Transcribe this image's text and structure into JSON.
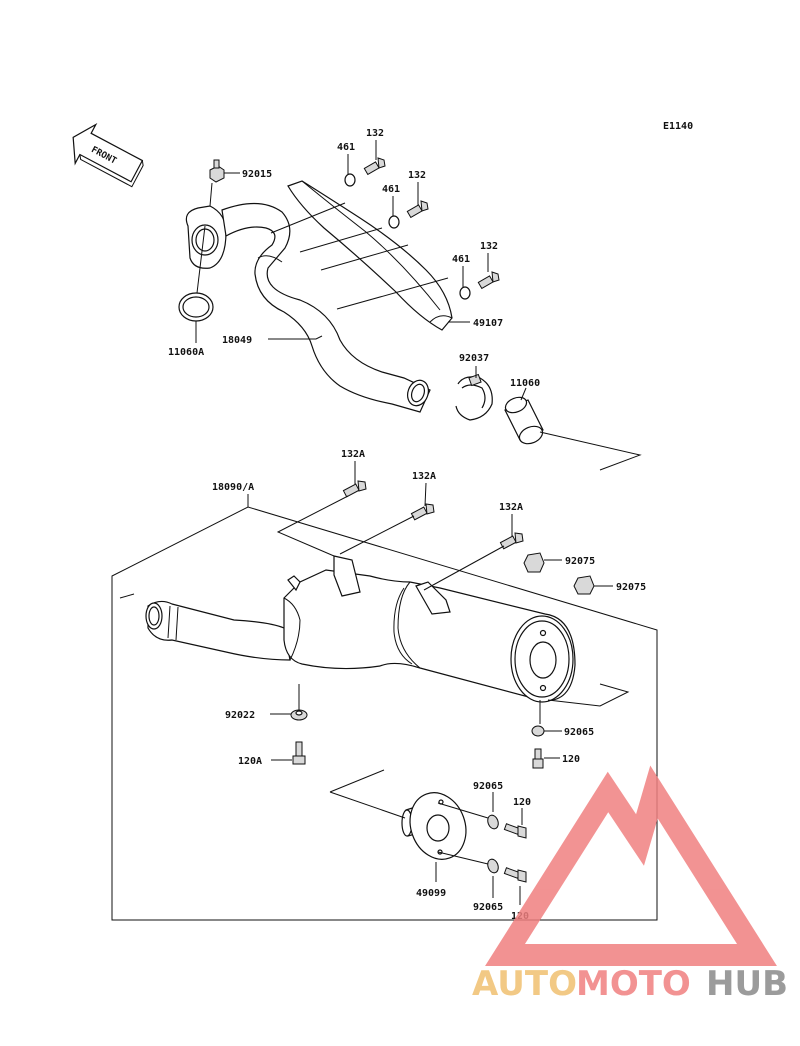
{
  "diagram": {
    "code": "E1140",
    "front_label": "FRONT"
  },
  "parts": {
    "p92015": "92015",
    "p461": "461",
    "p132": "132",
    "p49107": "49107",
    "p18049": "18049",
    "p11060A": "11060A",
    "p92037": "92037",
    "p11060": "11060",
    "p132A": "132A",
    "p18090A": "18090/A",
    "p92075": "92075",
    "p92022": "92022",
    "p92065": "92065",
    "p120A": "120A",
    "p120": "120",
    "p49099": "49099"
  },
  "watermark": {
    "part1": "AUTO",
    "part2": "MOTO",
    "part3": "HUB",
    "colors": {
      "auto": "#f0c070",
      "moto": "#f08080",
      "hub": "#8a8a8a",
      "triangle": "#f08080"
    }
  }
}
